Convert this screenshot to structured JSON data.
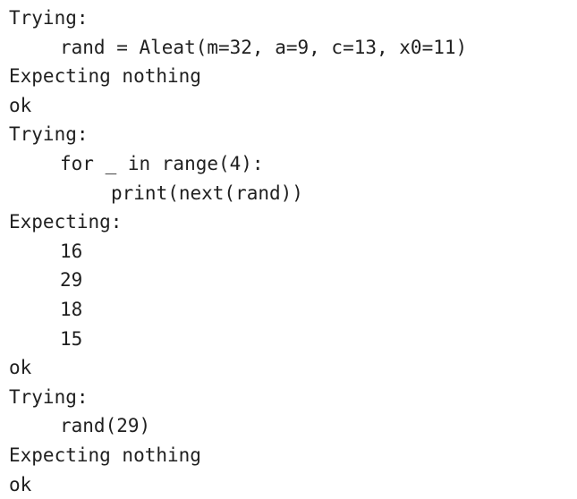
{
  "output": {
    "lines": [
      {
        "text": "Trying:",
        "indent": 0
      },
      {
        "text": "rand = Aleat(m=32, a=9, c=13, x0=11)",
        "indent": 1
      },
      {
        "text": "Expecting nothing",
        "indent": 0
      },
      {
        "text": "ok",
        "indent": 0
      },
      {
        "text": "Trying:",
        "indent": 0
      },
      {
        "text": "for _ in range(4):",
        "indent": 1
      },
      {
        "text": "print(next(rand))",
        "indent": 2
      },
      {
        "text": "Expecting:",
        "indent": 0
      },
      {
        "text": "16",
        "indent": 1
      },
      {
        "text": "29",
        "indent": 1
      },
      {
        "text": "18",
        "indent": 1
      },
      {
        "text": "15",
        "indent": 1
      },
      {
        "text": "ok",
        "indent": 0
      },
      {
        "text": "Trying:",
        "indent": 0
      },
      {
        "text": "rand(29)",
        "indent": 1
      },
      {
        "text": "Expecting nothing",
        "indent": 0
      },
      {
        "text": "ok",
        "indent": 0
      }
    ]
  }
}
